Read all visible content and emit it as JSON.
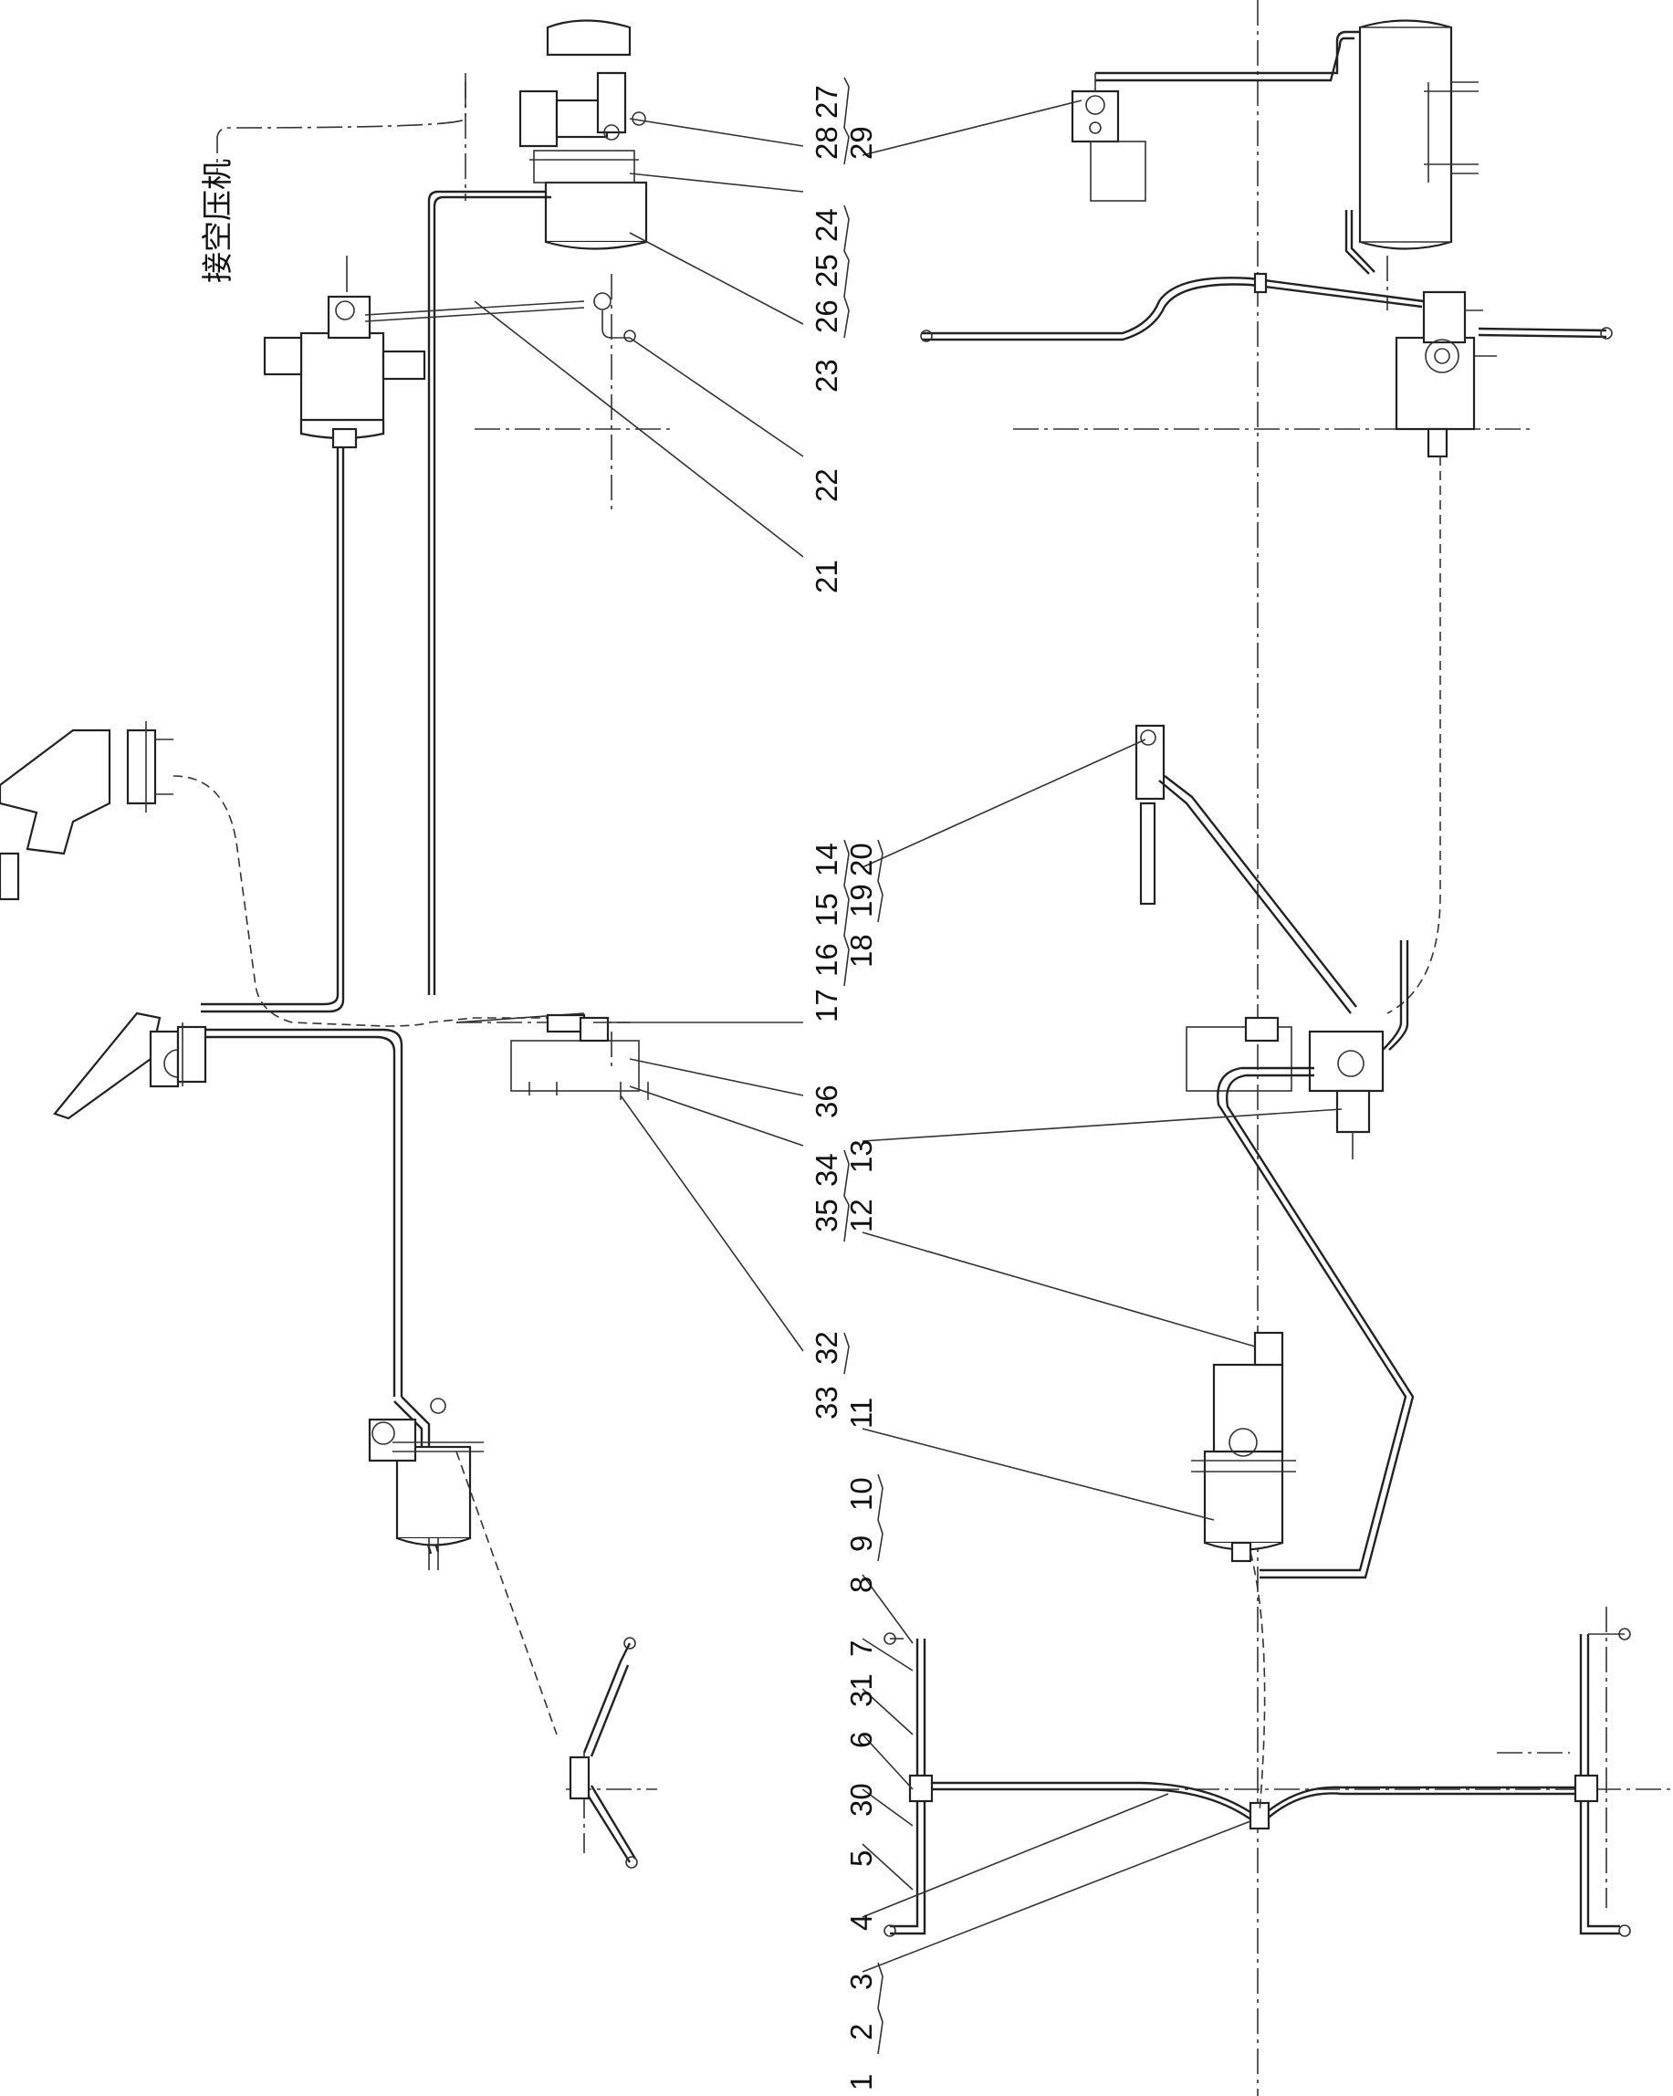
{
  "drawing": {
    "note": "接空压机",
    "labels": [
      {
        "id": "l27",
        "text": "27"
      },
      {
        "id": "l28",
        "text": "28"
      },
      {
        "id": "l29",
        "text": "29"
      },
      {
        "id": "l24",
        "text": "24"
      },
      {
        "id": "l25",
        "text": "25"
      },
      {
        "id": "l26",
        "text": "26"
      },
      {
        "id": "l23",
        "text": "23"
      },
      {
        "id": "l22",
        "text": "22"
      },
      {
        "id": "l21",
        "text": "21"
      },
      {
        "id": "l14",
        "text": "14"
      },
      {
        "id": "l15",
        "text": "15"
      },
      {
        "id": "l16",
        "text": "16"
      },
      {
        "id": "l17",
        "text": "17"
      },
      {
        "id": "l20",
        "text": "20"
      },
      {
        "id": "l19",
        "text": "19"
      },
      {
        "id": "l18",
        "text": "18"
      },
      {
        "id": "l36",
        "text": "36"
      },
      {
        "id": "l34",
        "text": "34"
      },
      {
        "id": "l35",
        "text": "35"
      },
      {
        "id": "l13",
        "text": "13"
      },
      {
        "id": "l12",
        "text": "12"
      },
      {
        "id": "l32",
        "text": "32"
      },
      {
        "id": "l33",
        "text": "33"
      },
      {
        "id": "l11",
        "text": "11"
      },
      {
        "id": "l10",
        "text": "10"
      },
      {
        "id": "l9",
        "text": "9"
      },
      {
        "id": "l8",
        "text": "8"
      },
      {
        "id": "l7",
        "text": "7"
      },
      {
        "id": "l31",
        "text": "31"
      },
      {
        "id": "l6",
        "text": "6"
      },
      {
        "id": "l30",
        "text": "30"
      },
      {
        "id": "l5",
        "text": "5"
      },
      {
        "id": "l4",
        "text": "4"
      },
      {
        "id": "l3",
        "text": "3"
      },
      {
        "id": "l2",
        "text": "2"
      },
      {
        "id": "l1",
        "text": "1"
      }
    ]
  }
}
